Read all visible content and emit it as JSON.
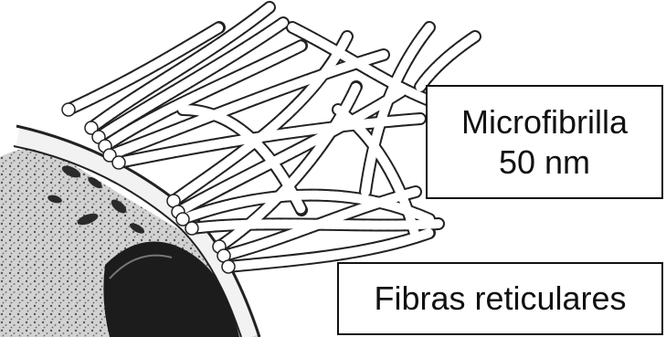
{
  "labels": {
    "microfibril_name": "Microfibrilla",
    "microfibril_size": "50 nm",
    "reticular_fibers": "Fibras reticulares"
  },
  "colors": {
    "stroke": "#222222",
    "fibril_fill": "#ffffff",
    "cytoplasm": "#cfcfcf",
    "membrane_band": "#f2f2f2",
    "organelle_dark": "#1c1c1c",
    "background": "#ffffff"
  },
  "illustration": {
    "subject": "reticular fibers composed of bundles of microfibrils next to a cell surface with a dark nucleus"
  }
}
